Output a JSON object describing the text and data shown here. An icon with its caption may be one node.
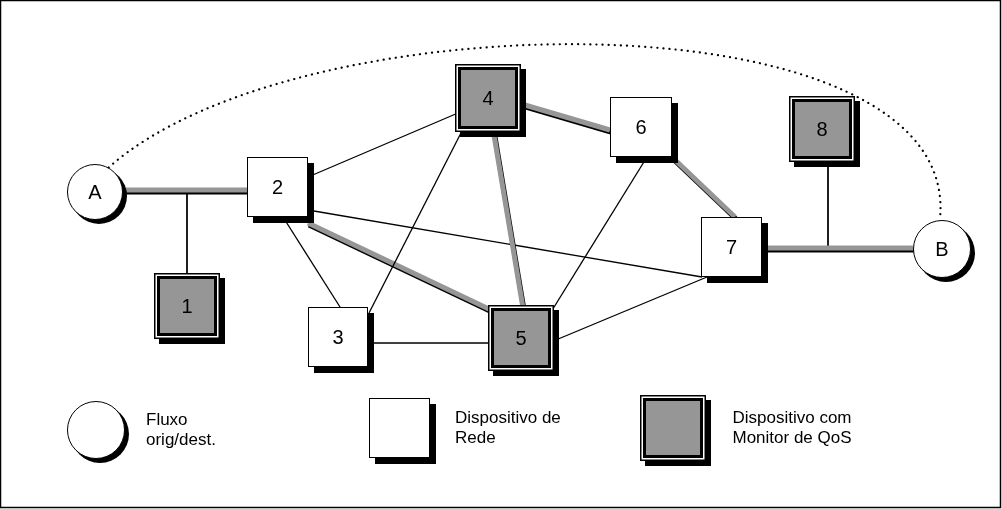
{
  "diagram": {
    "nodes": [
      {
        "text": [
          "A"
        ]
      },
      {
        "text": [
          "1"
        ]
      },
      {
        "text": [
          "2"
        ]
      },
      {
        "text": [
          "3"
        ]
      },
      {
        "text": [
          "4"
        ]
      },
      {
        "text": [
          "5"
        ]
      },
      {
        "text": [
          "6"
        ]
      },
      {
        "text": [
          "7"
        ]
      },
      {
        "text": [
          "8"
        ]
      },
      {
        "text": [
          "B"
        ]
      }
    ],
    "edges": [
      {
        "from": 0,
        "to": 2,
        "arrow": "none",
        "style": "thick",
        "color": "#969696"
      },
      {
        "from": 1,
        "to": 0,
        "arrow": "none"
      },
      {
        "from": 1,
        "to": 2,
        "arrow": "none"
      },
      {
        "from": 2,
        "to": 4,
        "arrow": "none"
      },
      {
        "from": 2,
        "to": 3,
        "arrow": "none"
      },
      {
        "from": 2,
        "to": 5,
        "arrow": "none",
        "style": "thick",
        "color": "#969696"
      },
      {
        "from": 2,
        "to": 7,
        "arrow": "none"
      },
      {
        "from": 3,
        "to": 4,
        "arrow": "none"
      },
      {
        "from": 3,
        "to": 5,
        "arrow": "none"
      },
      {
        "from": 4,
        "to": 5,
        "arrow": "none",
        "style": "thick",
        "color": "#969696"
      },
      {
        "from": 4,
        "to": 6,
        "arrow": "none",
        "style": "thick",
        "color": "#969696"
      },
      {
        "from": 6,
        "to": 5,
        "arrow": "none"
      },
      {
        "from": 6,
        "to": 7,
        "arrow": "none",
        "style": "thick",
        "color": "#969696"
      },
      {
        "from": 5,
        "to": 7,
        "arrow": "none"
      },
      {
        "from": 7,
        "to": 9,
        "arrow": "none",
        "style": "thick",
        "color": "#969696"
      },
      {
        "from": 8,
        "to": 7,
        "arrow": "none"
      },
      {
        "from": 8,
        "to": 9,
        "arrow": "none"
      },
      {
        "from": 0,
        "to": 9,
        "arrow": "none",
        "style": "dashed"
      }
    ],
    "legend": [
      {
        "text": "Fluxo orig/dest."
      },
      {
        "text": "Dispositivo de Rede"
      },
      {
        "text": "Dispositivo com Monitor de QoS"
      }
    ]
  }
}
